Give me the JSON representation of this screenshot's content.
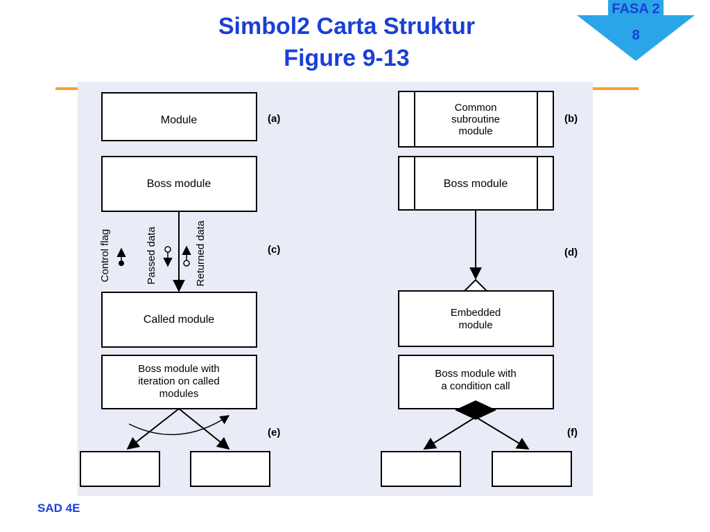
{
  "slide": {
    "title_line1": "Simbol2 Carta Struktur",
    "title_line2": "Figure 9-13",
    "badge_line1": "FASA 2",
    "badge_line2": "8",
    "footer": "SAD 4E",
    "colors": {
      "title": "#1a3fd6",
      "accent_rule": "#f5a030",
      "badge_fill": "#2aa6e8",
      "diagram_bg": "#e9ebf6"
    }
  },
  "figure": {
    "module": "Module",
    "label_a": "(a)",
    "common_line1": "Common",
    "common_line2": "subroutine",
    "common_line3": "module",
    "label_b": "(b)",
    "boss_module_left": "Boss module",
    "boss_module_right": "Boss module",
    "control_flag": "Control flag",
    "passed_data": "Passed data",
    "returned_data": "Returned data",
    "label_c": "(c)",
    "label_d": "(d)",
    "called_module": "Called module",
    "embedded_line1": "Embedded",
    "embedded_line2": "module",
    "iter_line1": "Boss module with",
    "iter_line2": "iteration on called",
    "iter_line3": "modules",
    "cond_line1": "Boss module with",
    "cond_line2": "a condition call",
    "label_e": "(e)",
    "label_f": "(f)"
  }
}
